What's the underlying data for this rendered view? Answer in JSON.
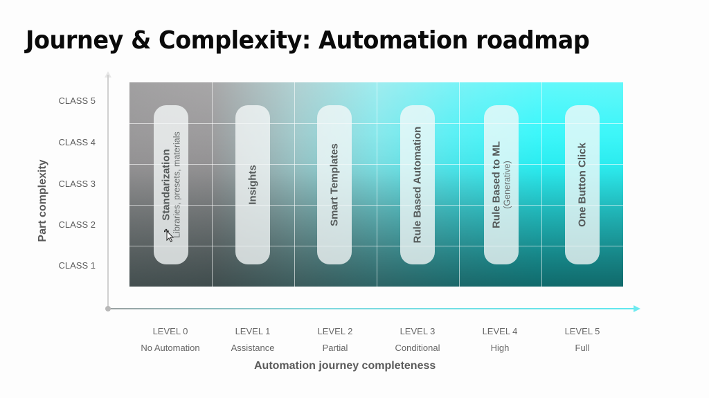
{
  "title": "Journey & Complexity: Automation roadmap",
  "y_axis": {
    "title": "Part complexity",
    "classes": [
      "CLASS 5",
      "CLASS 4",
      "CLASS 3",
      "CLASS 2",
      "CLASS 1"
    ]
  },
  "x_axis": {
    "title": "Automation journey completeness",
    "levels": [
      {
        "level": "LEVEL 0",
        "name": "No Automation"
      },
      {
        "level": "LEVEL 1",
        "name": "Assistance"
      },
      {
        "level": "LEVEL 2",
        "name": "Partial"
      },
      {
        "level": "LEVEL 3",
        "name": "Conditional"
      },
      {
        "level": "LEVEL 4",
        "name": "High"
      },
      {
        "level": "LEVEL 5",
        "name": "Full"
      }
    ]
  },
  "stages": [
    {
      "title": "Standarization",
      "subtitle": "Libraries, presets, materials"
    },
    {
      "title": "Insights",
      "subtitle": ""
    },
    {
      "title": "Smart Templates",
      "subtitle": ""
    },
    {
      "title": "Rule Based Automation",
      "subtitle": ""
    },
    {
      "title": "Rule Based to ML",
      "subtitle": "(Generative)"
    },
    {
      "title": "One Button Click",
      "subtitle": ""
    }
  ],
  "colors": {
    "gradient_start": "#c9c7c9",
    "gradient_end": "#2ef5f8",
    "dark_bottom": "#0e6f70",
    "pill": "#f5f8f8",
    "axis_arrow": "#6eeaf0"
  }
}
